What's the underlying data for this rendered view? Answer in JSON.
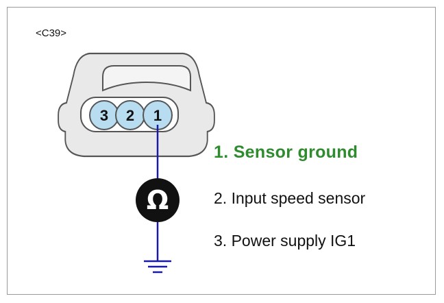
{
  "connector": {
    "id_label": "<C39>",
    "pins": [
      "3",
      "2",
      "1"
    ]
  },
  "meter": {
    "symbol": "Ω",
    "icon": "ohmmeter-icon"
  },
  "legend": [
    {
      "label": "1. Sensor ground",
      "highlight": true
    },
    {
      "label": "2. Input speed sensor",
      "highlight": false
    },
    {
      "label": "3. Power supply IG1",
      "highlight": false
    }
  ],
  "colors": {
    "wire": "#1a1aa6",
    "pin_fill": "#b8dcf0",
    "connector_fill": "#e9e9e9",
    "highlight_text": "#2e8b2e"
  }
}
